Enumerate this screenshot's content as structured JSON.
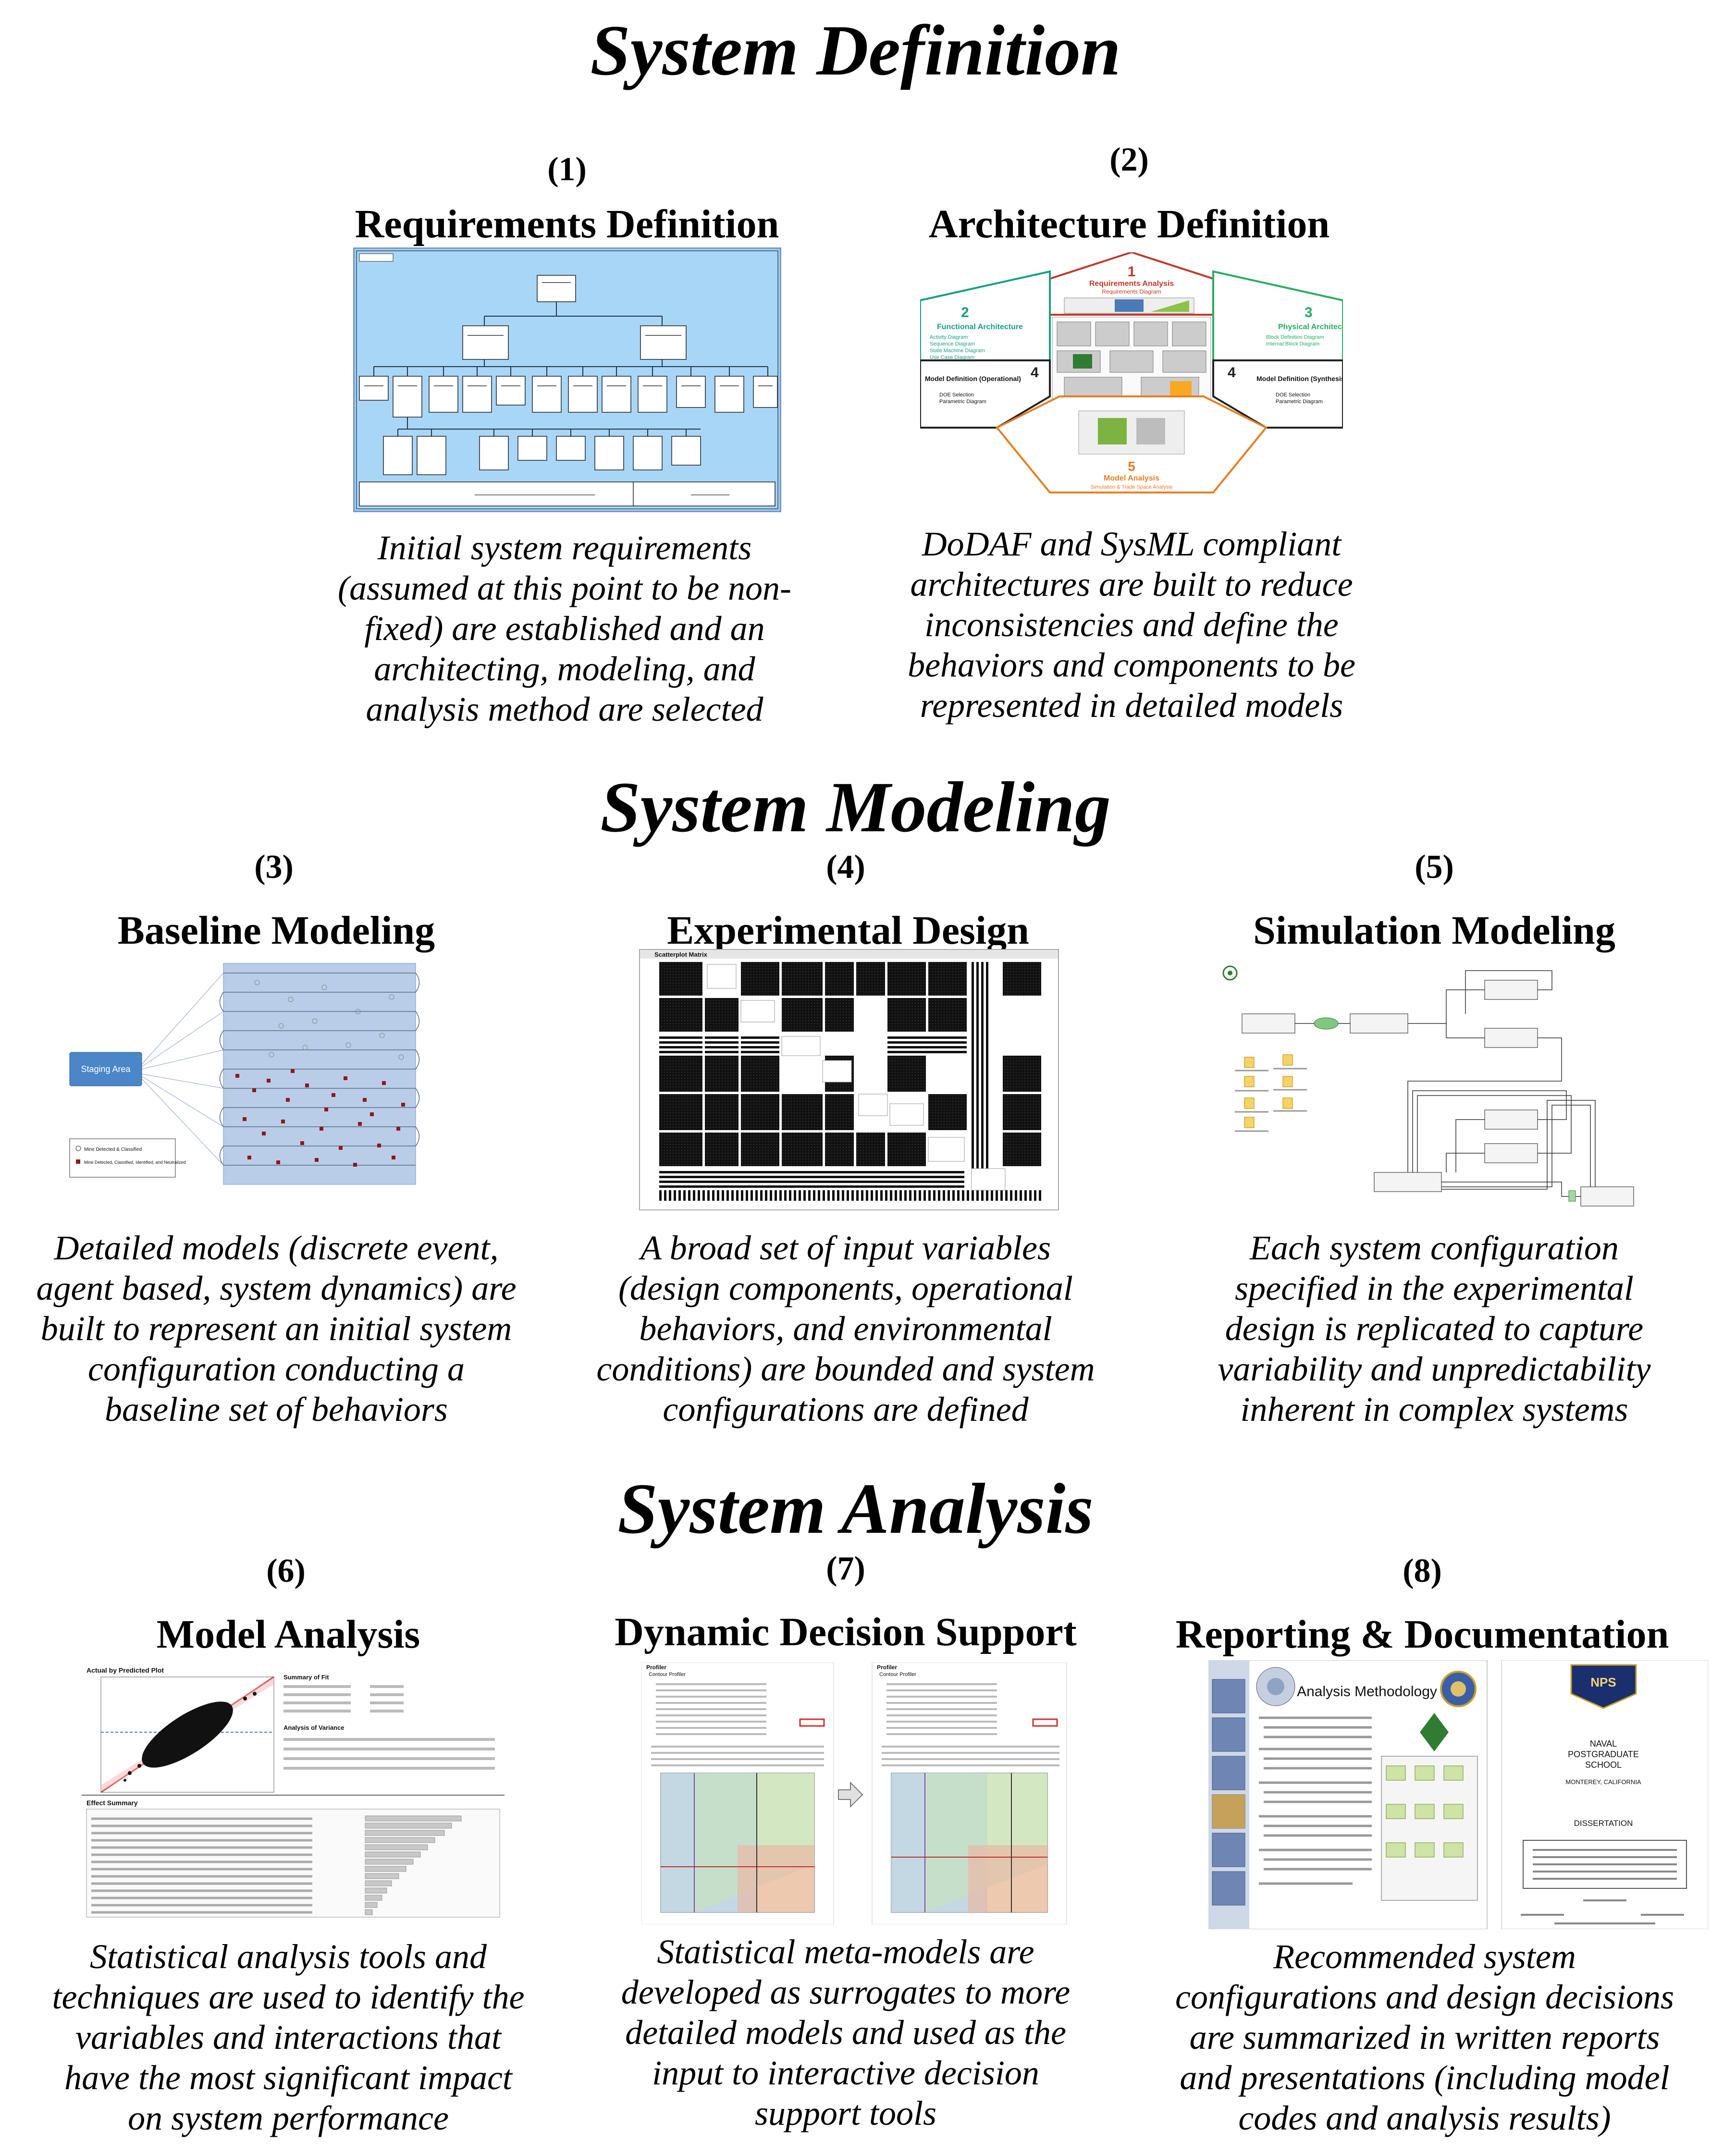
{
  "sections": {
    "definition": "System Definition",
    "modeling": "System Modeling",
    "analysis": "System Analysis"
  },
  "steps": [
    {
      "number": "(1)",
      "title": "Requirements Definition",
      "description": [
        "Initial system requirements",
        "(assumed at this point to be non-",
        "fixed) are established and an",
        "architecting, modeling, and",
        "analysis method are selected"
      ]
    },
    {
      "number": "(2)",
      "title": "Architecture Definition",
      "description": [
        "DoDAF and SysML compliant",
        "architectures  are built to reduce",
        "inconsistencies and define the",
        "behaviors and components to be",
        "represented  in detailed models"
      ]
    },
    {
      "number": "(3)",
      "title": "Baseline Modeling",
      "description": [
        "Detailed models (discrete  event,",
        "agent based, system  dynamics) are",
        "built to represent an initial system",
        "configuration conducting a",
        "baseline set of behaviors"
      ]
    },
    {
      "number": "(4)",
      "title": "Experimental Design",
      "description": [
        "A broad set of input variables",
        "(design components, operational",
        "behaviors, and environmental",
        "conditions) are bounded and system",
        "configurations are defined"
      ]
    },
    {
      "number": "(5)",
      "title": "Simulation Modeling",
      "description": [
        "Each system configuration",
        "specified in the experimental",
        "design is replicated to capture",
        "variability and unpredictability",
        "inherent in complex systems"
      ]
    },
    {
      "number": "(6)",
      "title": "Model Analysis",
      "description": [
        "Statistical analysis tools and",
        "techniques are used to identify the",
        "variables and interactions that",
        "have the most significant impact",
        "on system performance"
      ]
    },
    {
      "number": "(7)",
      "title": "Dynamic Decision Support",
      "description": [
        "Statistical meta-models are",
        "developed as surrogates to more",
        "detailed models and used as the",
        "input to interactive decision",
        "support tools"
      ]
    },
    {
      "number": "(8)",
      "title": "Reporting & Documentation",
      "description": [
        "Recommended system",
        "configurations and design decisions",
        "are summarized in written reports",
        "and presentations (including model",
        "codes and analysis results)"
      ]
    }
  ],
  "thumbnails": {
    "architecture": {
      "requirements_analysis": "Requirements Analysis",
      "requirements_diagram": "Requirements Diagram",
      "functional": "Functional Architecture",
      "functional_items": [
        "Activity Diagram",
        "Sequence Diagram",
        "State Machine Diagram",
        "Use Case Diagram"
      ],
      "physical": "Physical Architecture",
      "physical_items": [
        "Block Definition Diagram",
        "Internal Block Diagram"
      ],
      "model_def_op": "Model Definition (Operational)",
      "model_def_syn": "Model Definition (Synthesis)",
      "model_def_items": [
        "DOE Selection",
        "Parametric Diagram"
      ],
      "model_analysis": "Model Analysis",
      "model_analysis_sub": "Simulation & Trade Space Analysis",
      "stage_numbers": [
        "1",
        "2",
        "3",
        "4",
        "4",
        "5"
      ]
    },
    "baseline": {
      "staging_area": "Staging Area",
      "legend": [
        "Mine Detected & Classified",
        "Mine Detected, Classified, Identified, and Neutralized"
      ]
    },
    "experimental": {
      "title": "Scatterplot Matrix"
    },
    "model_analysis": {
      "plot_title": "Actual by Predicted Plot",
      "summary": "Summary of Fit",
      "anova": "Analysis of Variance",
      "effect": "Effect Summary"
    },
    "decision": {
      "profiler": "Profiler",
      "contour": "Contour Profiler"
    },
    "report": {
      "slide_title": "Analysis Methodology",
      "school": [
        "NAVAL",
        "POSTGRADUATE",
        "SCHOOL"
      ],
      "location": "MONTEREY, CALIFORNIA",
      "doc_type": "DISSERTATION",
      "logo": "NPS"
    }
  }
}
